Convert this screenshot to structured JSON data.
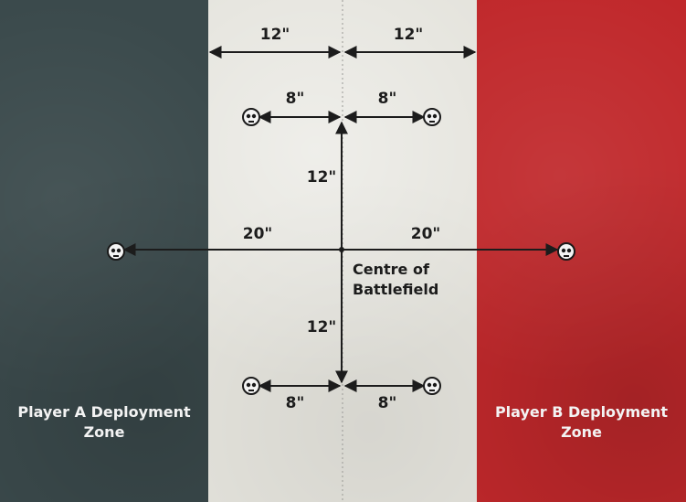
{
  "zones": {
    "player_a": "Player A Deployment Zone",
    "player_b": "Player B Deployment Zone"
  },
  "centre": "Centre of Battlefield",
  "distances": {
    "top_left": "12\"",
    "top_right": "12\"",
    "upper_left": "8\"",
    "upper_right": "8\"",
    "vertical_upper": "12\"",
    "mid_left": "20\"",
    "mid_right": "20\"",
    "vertical_lower": "12\"",
    "lower_left": "8\"",
    "lower_right": "8\""
  },
  "colors": {
    "player_a_zone": "#3b4a4c",
    "no_mans_land": "#e4e3dc",
    "player_b_zone": "#c0282b"
  },
  "icons": [
    "skull-objective-icon"
  ]
}
